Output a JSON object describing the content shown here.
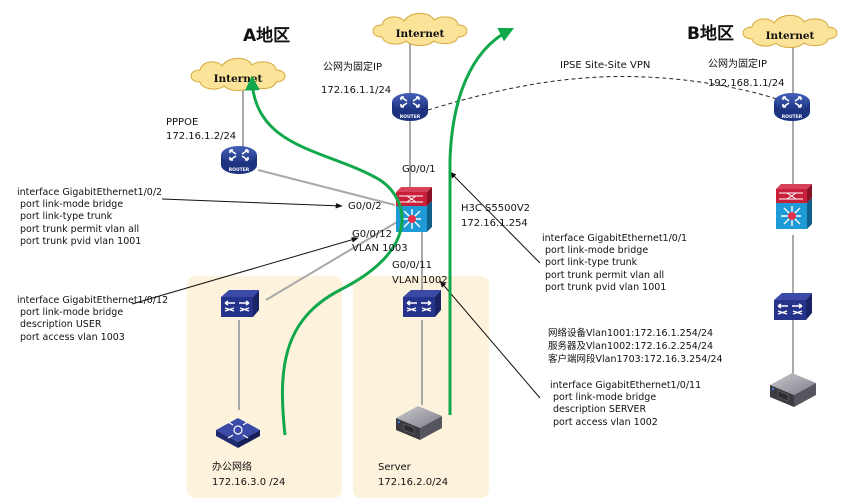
{
  "regions": {
    "a": "A地区",
    "b": "B地区"
  },
  "clouds": {
    "a": "Internet",
    "center": "Internet",
    "b": "Internet"
  },
  "routers": {
    "label": "ROUTER",
    "a_pppoe": {
      "line1": "PPPOE",
      "line2": "172.16.1.2/24"
    },
    "center": {
      "line1": "公网为固定IP",
      "line2": "172.16.1.1/24"
    },
    "b": {
      "line1": "公网为固定IP",
      "line2": "192.168.1.1/24"
    }
  },
  "vpn_label": "IPSE Site-Site VPN",
  "core_switch": {
    "name": "H3C S5500V2",
    "ip": "172.16.1.254",
    "ports": {
      "g001": "G0/0/1",
      "g002": "G0/0/2",
      "g0012": "G0/0/12",
      "vlan1003": "VLAN 1003",
      "g0011": "G0/0/11",
      "vlan1002": "VLAN 1002"
    }
  },
  "configs": {
    "ge102": [
      "interface GigabitEthernet1/0/2",
      "port link-mode bridge",
      "port link-type trunk",
      "port trunk permit vlan all",
      "port trunk pvid vlan 1001"
    ],
    "ge1012": [
      "interface GigabitEthernet1/0/12",
      "port link-mode bridge",
      "description USER",
      "port access vlan 1003"
    ],
    "ge101": [
      "interface GigabitEthernet1/0/1",
      "port link-mode bridge",
      "port link-type trunk",
      "port trunk permit vlan all",
      "port trunk pvid vlan 1001"
    ],
    "vlans": [
      "网络设备Vlan1001:172.16.1.254/24",
      "服务器及Vlan1002:172.16.2.254/24",
      "客户端网段Vlan1703:172.16.3.254/24"
    ],
    "ge1011": [
      "interface GigabitEthernet1/0/11",
      "port link-mode bridge",
      "description SERVER",
      "port access vlan 1002"
    ]
  },
  "endpoints": {
    "office": {
      "name": "办公网络",
      "subnet": "172.16.3.0 /24"
    },
    "server": {
      "name": "Server",
      "subnet": "172.16.2.0/24"
    }
  },
  "colors": {
    "flow_arrow": "#10a84a",
    "zone_bg": "#fdf3dc",
    "cloud_fill": "#fbe39a",
    "cloud_stroke": "#d4a93a",
    "router_blue": "#2f4a9c",
    "switch_navy": "#26338a",
    "l3_red": "#c8203a",
    "l3_blue": "#1e9ad6",
    "link_gray": "#a9a9a9"
  }
}
